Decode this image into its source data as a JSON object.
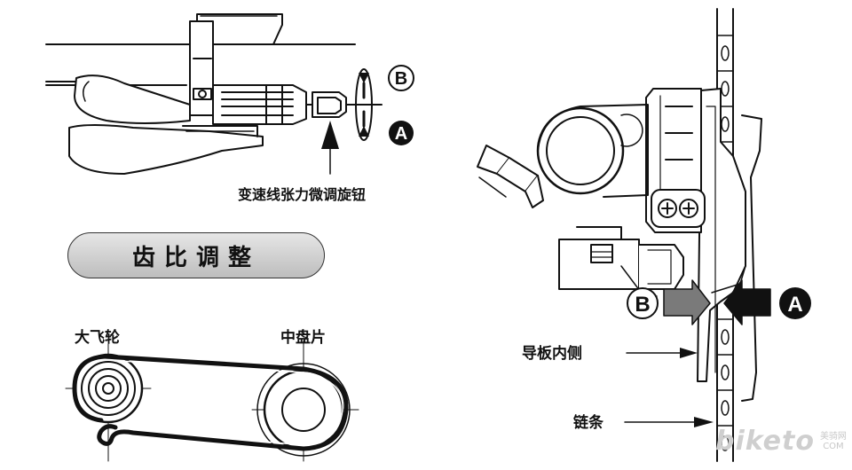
{
  "callouts": {
    "shifter_b": "B",
    "shifter_a": "A",
    "derailleur_b": "B",
    "derailleur_a": "A"
  },
  "labels": {
    "barrel_adjuster": "变速线张力微调旋钮",
    "section_title": "齿比调整",
    "big_cog": "大飞轮",
    "middle_ring": "中盘片",
    "inner_cage_plate": "导板内侧",
    "chain": "链条"
  },
  "watermark": {
    "logo": "biketo",
    "site_cn": "美骑网",
    "site_en": "COM"
  },
  "colors": {
    "line": "#111111",
    "arrow_b_fill": "#7a7a7a",
    "arrow_a_fill": "#111111",
    "pill_fill": "#cfcfcf"
  }
}
